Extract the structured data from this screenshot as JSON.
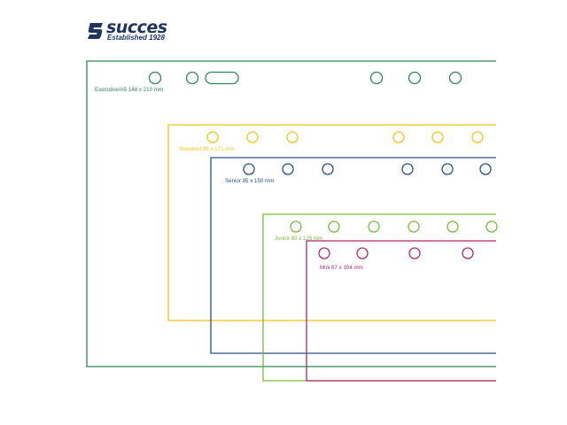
{
  "brand": {
    "name": "succes",
    "tagline": "Established 1928",
    "color": "#1f3561",
    "icon": "succes-s-logo-icon"
  },
  "formats": [
    {
      "id": "executive",
      "label": "Executive/A5 148 x 210 mm",
      "color": "#2a8a56"
    },
    {
      "id": "standard",
      "label": "Standard 95 x 171 mm",
      "color": "#f2c417"
    },
    {
      "id": "senior",
      "label": "Senior 95 x 150 mm",
      "color": "#24508f"
    },
    {
      "id": "junior",
      "label": "Junior 80 x 125 mm",
      "color": "#7cbb3a"
    },
    {
      "id": "mini",
      "label": "Mini 67 x 104 mm",
      "color": "#b5286a"
    }
  ]
}
